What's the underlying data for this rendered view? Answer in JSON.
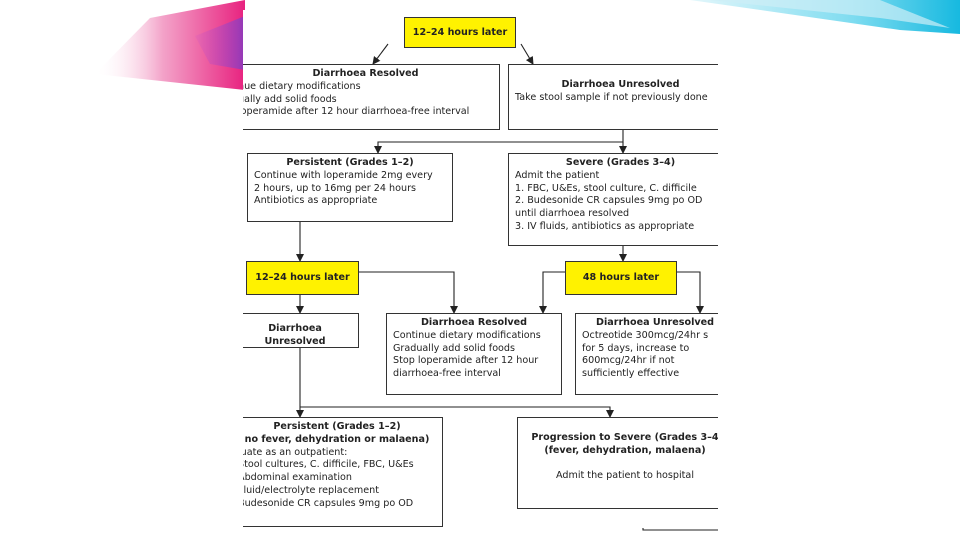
{
  "colors": {
    "highlight": "#fff200",
    "ribbon_pink": "#ee2a8a",
    "ribbon_cyan": "#29c5e6"
  },
  "top_timer": "12–24 hours later",
  "resolved_1": {
    "title": "Diarrhoea Resolved",
    "lines": [
      "nue dietary modifications",
      "ually add solid foods",
      "loperamide after 12 hour diarrhoea-free interval"
    ]
  },
  "unresolved_1": {
    "title": "Diarrhoea Unresolved",
    "lines": [
      "Take stool sample if not previously done"
    ]
  },
  "persistent_1": {
    "title": "Persistent (Grades 1–2)",
    "lines": [
      "Continue with loperamide 2mg every",
      "2 hours, up to 16mg per 24 hours",
      "Antibiotics as appropriate"
    ]
  },
  "severe_1": {
    "title": "Severe (Grades 3–4)",
    "lines": [
      "Admit the patient",
      "1.  FBC, U&Es, stool culture, C. difficile",
      "2.  Budesonide CR capsules 9mg po OD",
      "     until diarrhoea resolved",
      "3.  IV fluids, antibiotics as appropriate"
    ]
  },
  "timer_2": "12–24 hours later",
  "timer_3": "48 hours later",
  "unresolved_2": {
    "title": "Diarrhoea Unresolved"
  },
  "resolved_2": {
    "title": "Diarrhoea Resolved",
    "lines": [
      "Continue dietary modifications",
      "Gradually add solid foods",
      "Stop loperamide after 12 hour",
      "diarrhoea-free interval"
    ]
  },
  "unresolved_3": {
    "title": "Diarrhoea Unresolved",
    "lines": [
      "Octreotide 300mcg/24hr s",
      "for 5 days, increase to",
      "600mcg/24hr if not",
      "sufficiently effective"
    ]
  },
  "persistent_2": {
    "title": "Persistent (Grades 1–2)",
    "subtitle": "no fever, dehydration or malaena)",
    "lines": [
      "luate as an outpatient:",
      "Stool cultures, C. difficile, FBC, U&Es",
      "Abdominal examination",
      "Fluid/electrolyte replacement",
      "Budesonide CR capsules 9mg po OD"
    ]
  },
  "progression": {
    "title": "Progression to Severe (Grades 3–4",
    "subtitle": "(fever, dehydration, malaena)",
    "action": "Admit the patient to hospital"
  }
}
